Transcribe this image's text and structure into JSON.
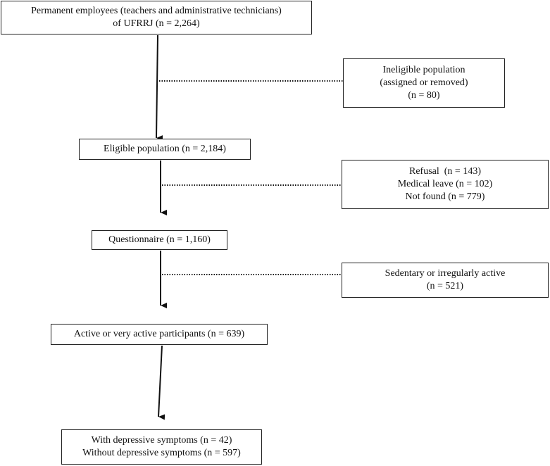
{
  "boxes": {
    "permanent": [
      "Permanent employees (teachers and administrative technicians)",
      "of UFRRJ (n = 2,264)"
    ],
    "ineligible": [
      "Ineligible population",
      "(assigned or removed)",
      "(n = 80)"
    ],
    "eligible": [
      "Eligible population (n = 2,184)"
    ],
    "excluded": [
      "Refusal  (n = 143)",
      "Medical leave (n = 102)",
      "Not found (n = 779)"
    ],
    "questionnaire": [
      "Questionnaire (n = 1,160)"
    ],
    "sedentary": [
      "Sedentary or irregularly active",
      "(n = 521)"
    ],
    "active": [
      "Active or very active participants (n = 639)"
    ],
    "outcome": [
      "With depressive symptoms (n = 42)",
      "Without depressive symptoms (n = 597)"
    ]
  }
}
